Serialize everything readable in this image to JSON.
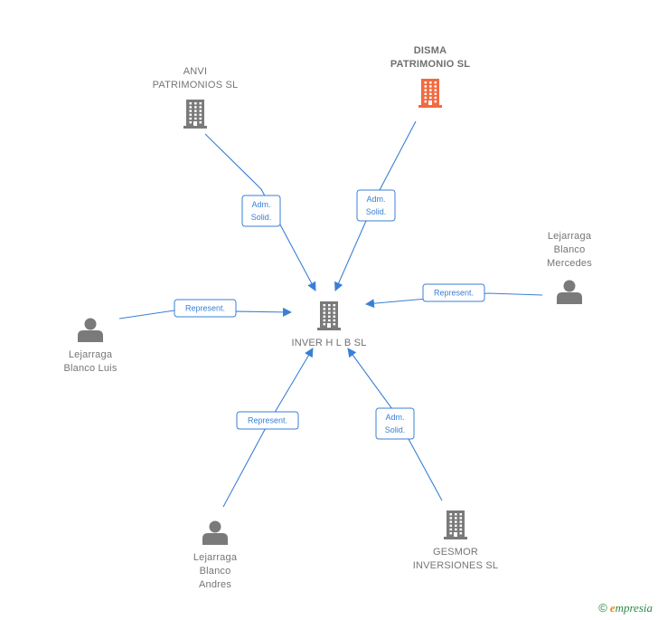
{
  "colors": {
    "edge": "#3a7fd5",
    "building": "#7a7a7a",
    "highlight": "#f26a3f",
    "person": "#7a7a7a"
  },
  "nodes": [
    {
      "id": "inver",
      "type": "company",
      "label": [
        "INVER H L B SL"
      ],
      "role": "main"
    },
    {
      "id": "disma",
      "type": "company",
      "label": [
        "DISMA",
        "PATRIMONIO SL"
      ],
      "role": "highlight"
    },
    {
      "id": "anvi",
      "type": "company",
      "label": [
        "ANVI",
        "PATRIMONIOS SL"
      ],
      "role": "normal"
    },
    {
      "id": "mercedes",
      "type": "person",
      "label": [
        "Lejarraga",
        "Blanco",
        "Mercedes"
      ],
      "role": "normal"
    },
    {
      "id": "luis",
      "type": "person",
      "label": [
        "Lejarraga",
        "Blanco Luis"
      ],
      "role": "normal"
    },
    {
      "id": "andres",
      "type": "person",
      "label": [
        "Lejarraga",
        "Blanco",
        "Andres"
      ],
      "role": "normal"
    },
    {
      "id": "gesmor",
      "type": "company",
      "label": [
        "GESMOR",
        "INVERSIONES SL"
      ],
      "role": "normal"
    }
  ],
  "edges": [
    {
      "from": "anvi",
      "to": "inver",
      "label": [
        "Adm.",
        "Solid."
      ]
    },
    {
      "from": "disma",
      "to": "inver",
      "label": [
        "Adm.",
        "Solid."
      ]
    },
    {
      "from": "mercedes",
      "to": "inver",
      "label": [
        "Represent."
      ]
    },
    {
      "from": "luis",
      "to": "inver",
      "label": [
        "Represent."
      ]
    },
    {
      "from": "andres",
      "to": "inver",
      "label": [
        "Represent."
      ]
    },
    {
      "from": "gesmor",
      "to": "inver",
      "label": [
        "Adm.",
        "Solid."
      ]
    }
  ],
  "watermark": {
    "symbol": "©",
    "brand_initial": "e",
    "brand_rest": "mpresia"
  }
}
